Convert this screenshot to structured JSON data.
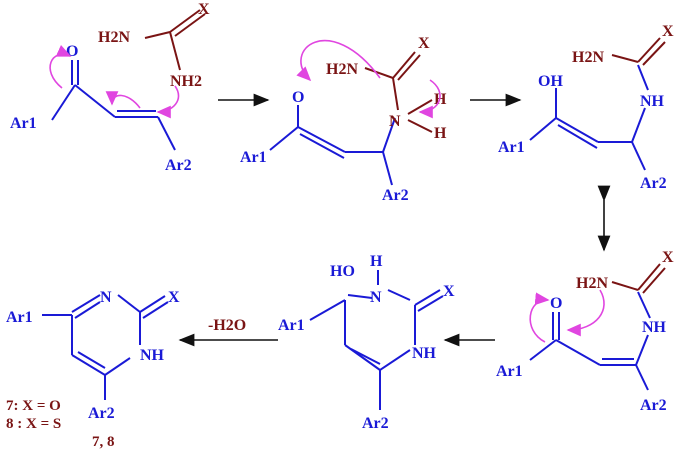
{
  "labels": {
    "X": "X",
    "NH2_top": "H2N",
    "NH2_lone": "NH2",
    "O": "O",
    "O_minus": "O",
    "Ar1": "Ar1",
    "Ar2": "Ar2",
    "N_plus": "N",
    "H": "H",
    "OH": "OH",
    "NH": "NH",
    "HO": "HO",
    "N": "N"
  },
  "step_label": "-H2O",
  "product_caption_1": "7: X = O",
  "product_caption_2": "8 : X = S",
  "product_numbers": "7, 8",
  "colors": {
    "ring_atoms": "#1a1ad6",
    "reagent_atoms": "#7a1414",
    "electron_arrows": "#e046e0"
  }
}
